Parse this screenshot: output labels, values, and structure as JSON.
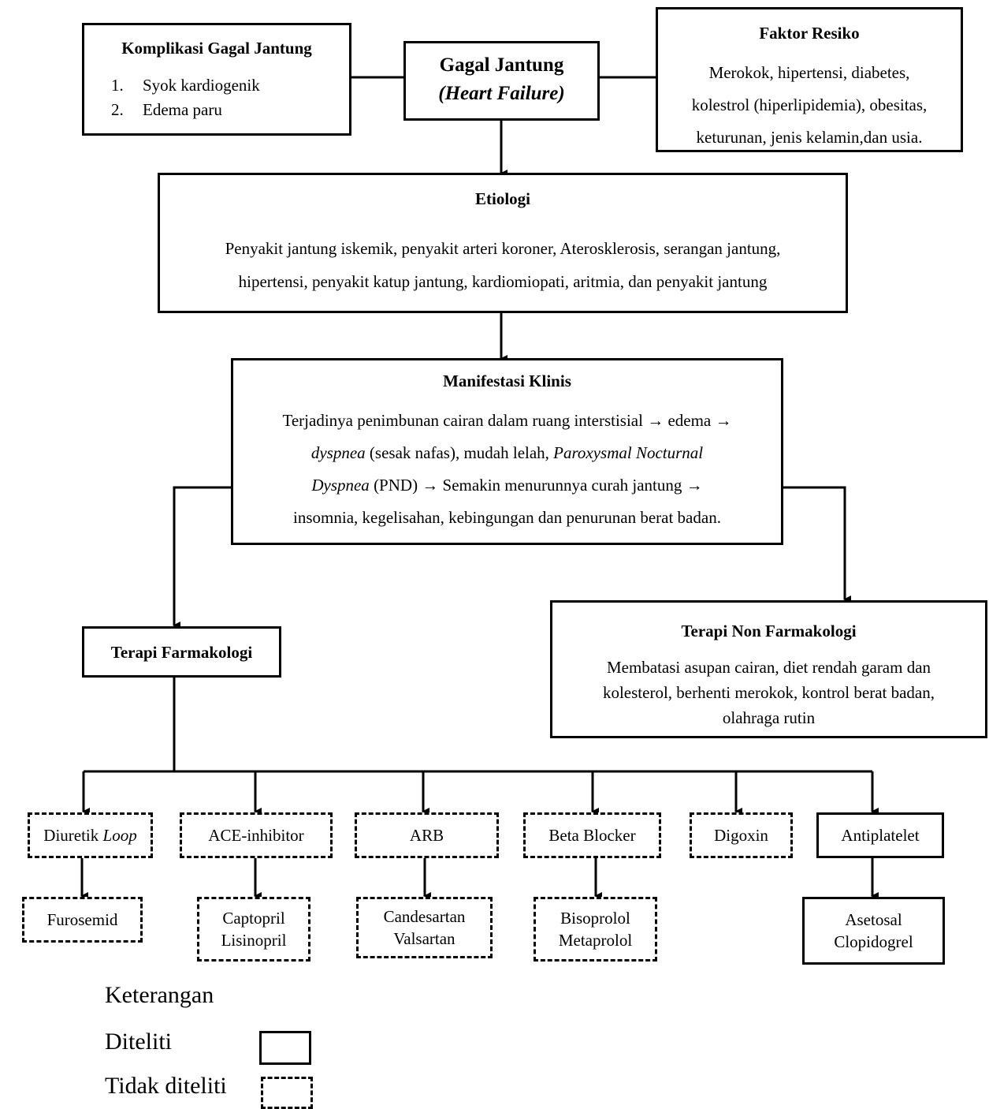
{
  "main": {
    "title": "Gagal Jantung",
    "subtitle": "(Heart Failure)"
  },
  "komplikasi": {
    "title": "Komplikasi Gagal Jantung",
    "items": [
      {
        "num": "1.",
        "text": "Syok kardiogenik"
      },
      {
        "num": "2.",
        "text": "Edema paru"
      }
    ]
  },
  "faktor": {
    "title": "Faktor Resiko",
    "lines": [
      "Merokok, hipertensi, diabetes,",
      "kolestrol (hiperlipidemia), obesitas,",
      "keturunan, jenis kelamin,dan usia."
    ]
  },
  "etiologi": {
    "title": "Etiologi",
    "lines": [
      "Penyakit jantung iskemik, penyakit arteri koroner, Aterosklerosis, serangan jantung,",
      "hipertensi, penyakit katup jantung, kardiomiopati, aritmia, dan penyakit jantung"
    ]
  },
  "manifestasi": {
    "title": "Manifestasi Klinis",
    "l1": "Terjadinya penimbunan cairan dalam ruang interstisial → edema →",
    "l2a": "dyspnea",
    "l2b": " (sesak nafas), mudah lelah, ",
    "l2c": "Paroxysmal Nocturnal",
    "l3a": "Dyspnea",
    "l3b": " (PND) → Semakin menurunnya curah jantung →",
    "l4": "insomnia, kegelisahan, kebingungan dan penurunan berat badan."
  },
  "farmakologi": {
    "title": "Terapi Farmakologi"
  },
  "nonfarmakologi": {
    "title": "Terapi Non Farmakologi",
    "lines": [
      "Membatasi asupan cairan, diet rendah garam dan",
      "kolesterol, berhenti merokok, kontrol berat badan,",
      "olahraga rutin"
    ]
  },
  "drugs": [
    {
      "a": "Diuretik ",
      "b": "Loop",
      "examples": [
        "Furosemid"
      ],
      "researched": false
    },
    {
      "a": "ACE-inhibitor",
      "b": "",
      "examples": [
        "Captopril",
        "Lisinopril"
      ],
      "researched": false
    },
    {
      "a": "ARB",
      "b": "",
      "examples": [
        "Candesartan",
        "Valsartan"
      ],
      "researched": false
    },
    {
      "a": "Beta Blocker",
      "b": "",
      "examples": [
        "Bisoprolol",
        "Metaprolol"
      ],
      "researched": false
    },
    {
      "a": "Digoxin",
      "b": "",
      "examples": [],
      "researched": false
    },
    {
      "a": "Antiplatelet",
      "b": "",
      "examples": [
        "Asetosal",
        "Clopidogrel"
      ],
      "researched": true
    }
  ],
  "legend": {
    "title": "Keterangan",
    "solid": "Diteliti",
    "dashed": "Tidak diteliti"
  }
}
